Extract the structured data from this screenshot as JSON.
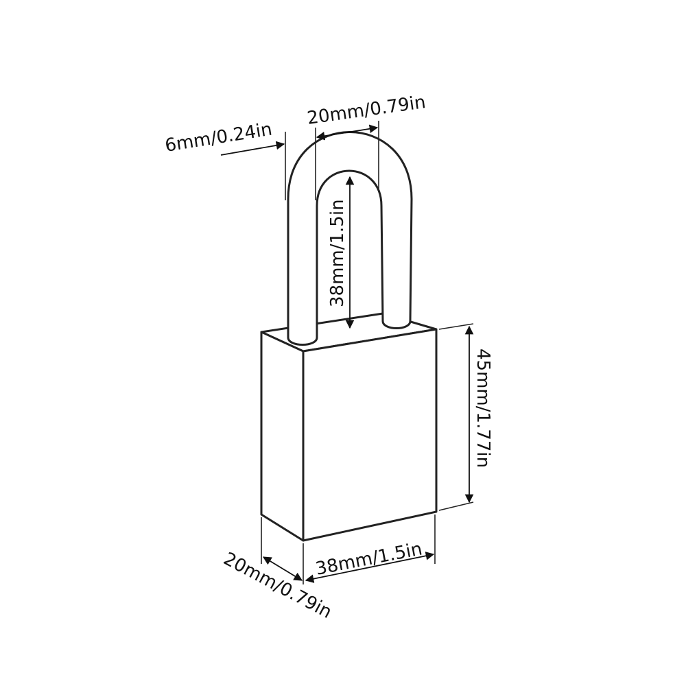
{
  "diagram": {
    "line_color": "#222222",
    "background": "#ffffff",
    "dimensions": {
      "shackle_diameter": "6mm/0.24in",
      "shackle_width": "20mm/0.79in",
      "shackle_height": "38mm/1.5in",
      "body_height": "45mm/1.77in",
      "body_width": "38mm/1.5in",
      "body_depth": "20mm/0.79in"
    }
  }
}
